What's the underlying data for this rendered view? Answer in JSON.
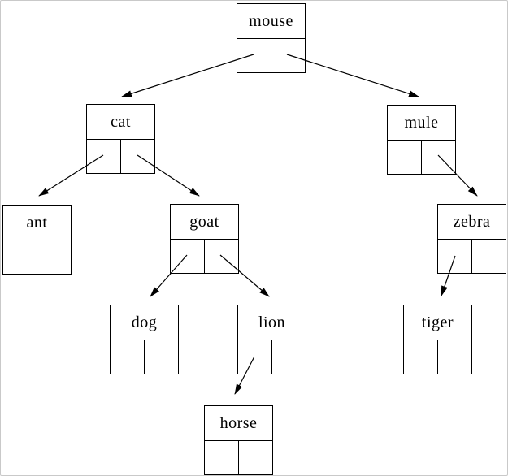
{
  "page": {
    "background_color": "#ffffff",
    "frame_border_color": "#c9c9c9"
  },
  "diagram": {
    "type": "binary-search-tree",
    "description": "Linked binary tree of animal-name nodes; each node box has a label cell on top and left/right pointer cells below; arrows run from pointer cells to child nodes",
    "root": "mouse",
    "node_border_color": "#000000",
    "arrow_color": "#000000",
    "nodes": [
      {
        "id": "mouse",
        "label": "mouse",
        "left": "cat",
        "right": "mule"
      },
      {
        "id": "cat",
        "label": "cat",
        "left": "ant",
        "right": "goat"
      },
      {
        "id": "mule",
        "label": "mule",
        "left": null,
        "right": "zebra"
      },
      {
        "id": "ant",
        "label": "ant",
        "left": null,
        "right": null
      },
      {
        "id": "goat",
        "label": "goat",
        "left": "dog",
        "right": "lion"
      },
      {
        "id": "zebra",
        "label": "zebra",
        "left": "tiger",
        "right": null
      },
      {
        "id": "dog",
        "label": "dog",
        "left": null,
        "right": null
      },
      {
        "id": "lion",
        "label": "lion",
        "left": "horse",
        "right": null
      },
      {
        "id": "tiger",
        "label": "tiger",
        "left": null,
        "right": null
      },
      {
        "id": "horse",
        "label": "horse",
        "left": null,
        "right": null
      }
    ],
    "edges": [
      {
        "from": "mouse",
        "pointer": "left",
        "to": "cat"
      },
      {
        "from": "mouse",
        "pointer": "right",
        "to": "mule"
      },
      {
        "from": "cat",
        "pointer": "left",
        "to": "ant"
      },
      {
        "from": "cat",
        "pointer": "right",
        "to": "goat"
      },
      {
        "from": "mule",
        "pointer": "right",
        "to": "zebra"
      },
      {
        "from": "goat",
        "pointer": "left",
        "to": "dog"
      },
      {
        "from": "goat",
        "pointer": "right",
        "to": "lion"
      },
      {
        "from": "zebra",
        "pointer": "left",
        "to": "tiger"
      },
      {
        "from": "lion",
        "pointer": "left",
        "to": "horse"
      }
    ]
  }
}
